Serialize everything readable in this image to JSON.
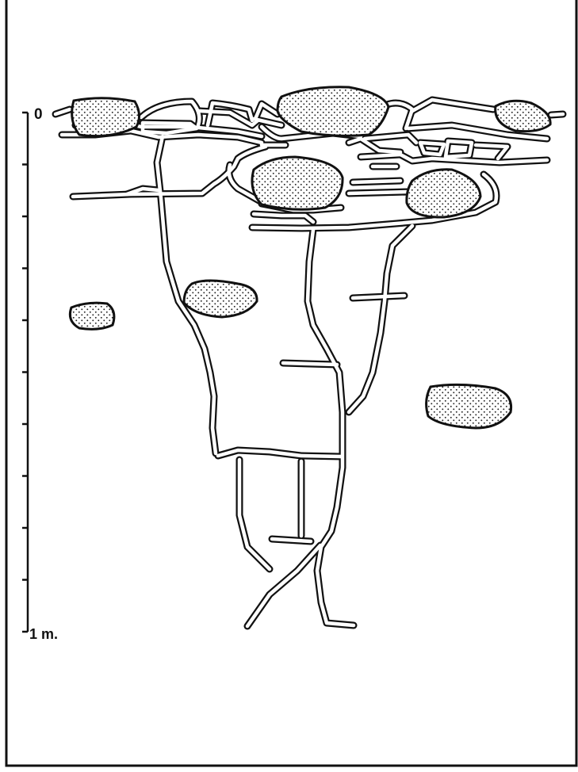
{
  "scale": {
    "top_label": "0",
    "bottom_label": "1 m.",
    "tick_count": 10
  },
  "colors": {
    "ink": "#111111",
    "paper": "#ffffff"
  }
}
